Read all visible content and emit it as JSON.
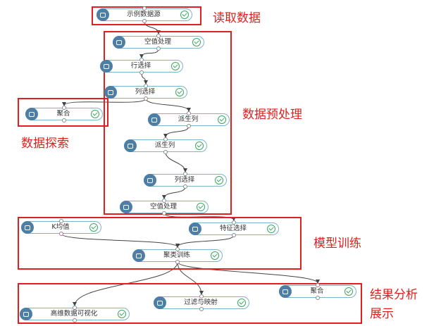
{
  "nodes": [
    {
      "id": "n1",
      "label": "示例数据源",
      "icon": "data-source-icon"
    },
    {
      "id": "n2",
      "label": "空值处理",
      "icon": "processing-icon"
    },
    {
      "id": "n3",
      "label": "行选择",
      "icon": "filter-icon"
    },
    {
      "id": "n4",
      "label": "列选择",
      "icon": "column-select-icon"
    },
    {
      "id": "n5",
      "label": "聚合",
      "icon": "table-icon"
    },
    {
      "id": "n6",
      "label": "派生列",
      "icon": "list-icon"
    },
    {
      "id": "n7",
      "label": "派生列",
      "icon": "list-icon"
    },
    {
      "id": "n8",
      "label": "列选择",
      "icon": "column-select-icon"
    },
    {
      "id": "n9",
      "label": "空值处理",
      "icon": "processing-icon"
    },
    {
      "id": "n10",
      "label": "K均值",
      "icon": "cluster-icon"
    },
    {
      "id": "n11",
      "label": "特征选择",
      "icon": "feature-select-icon"
    },
    {
      "id": "n12",
      "label": "聚类训练",
      "icon": "training-icon"
    },
    {
      "id": "n13",
      "label": "聚合",
      "icon": "table-icon"
    },
    {
      "id": "n14",
      "label": "过滤与映射",
      "icon": "map-icon"
    },
    {
      "id": "n15",
      "label": "高维数据可视化",
      "icon": "visualization-icon"
    }
  ],
  "edges": [
    [
      "n1",
      "n2"
    ],
    [
      "n2",
      "n3"
    ],
    [
      "n3",
      "n4"
    ],
    [
      "n4",
      "n5"
    ],
    [
      "n4",
      "n6"
    ],
    [
      "n6",
      "n7"
    ],
    [
      "n7",
      "n8"
    ],
    [
      "n8",
      "n9"
    ],
    [
      "n9",
      "n11"
    ],
    [
      "n10",
      "n12"
    ],
    [
      "n11",
      "n12"
    ],
    [
      "n12",
      "n13"
    ],
    [
      "n12",
      "n14"
    ],
    [
      "n12",
      "n15"
    ]
  ],
  "annotations": [
    {
      "id": "read",
      "text": "读取数据"
    },
    {
      "id": "preprocess",
      "text": "数据预处理"
    },
    {
      "id": "explore",
      "text": "数据探索"
    },
    {
      "id": "train",
      "text": "模型训练"
    },
    {
      "id": "result_1",
      "text": "结果分析"
    },
    {
      "id": "result_2",
      "text": "展示"
    }
  ],
  "colors": {
    "annotation": "#e0201e",
    "node_border": "#7fb3c9",
    "node_icon": "#4d7fa6",
    "status_ok": "#3aa860",
    "edge": "#444444"
  }
}
